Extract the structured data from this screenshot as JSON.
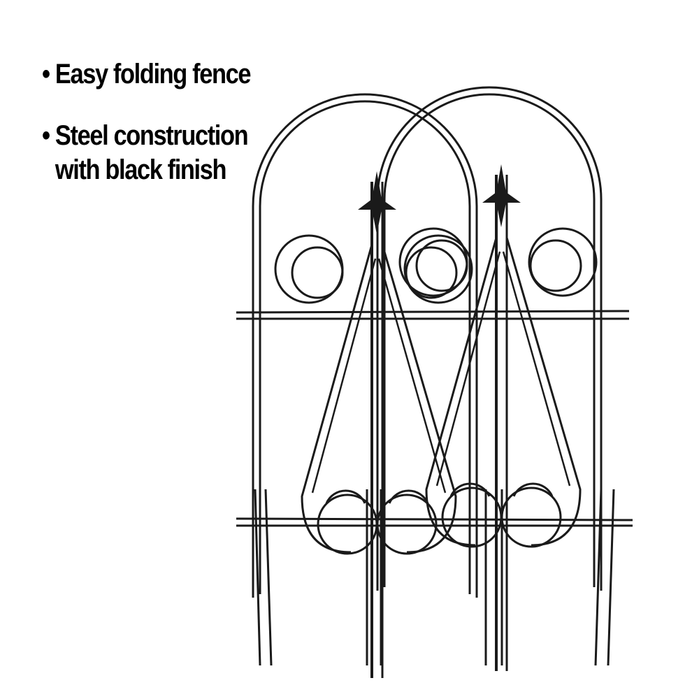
{
  "features": {
    "bullet": "•",
    "items": [
      {
        "lines": [
          "Easy folding fence"
        ]
      },
      {
        "lines": [
          "Steel construction",
          "with black finish"
        ]
      }
    ]
  },
  "colors": {
    "background": "#ffffff",
    "text": "#111111",
    "steel": "#1a1a1a"
  },
  "product": {
    "name": "folding-garden-fence",
    "panels": 2,
    "finish": "black"
  }
}
